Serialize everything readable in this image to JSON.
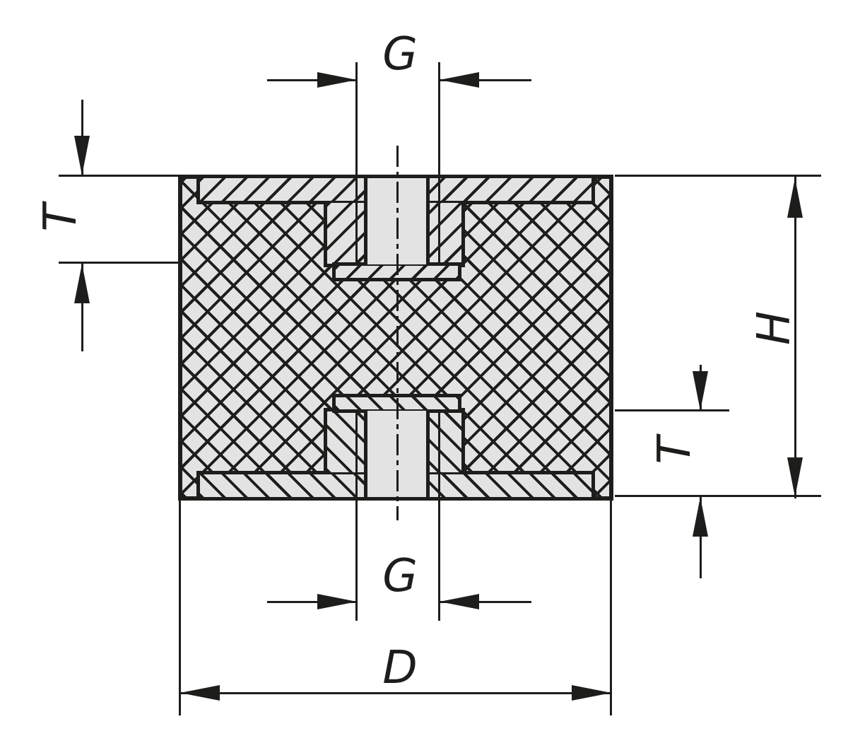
{
  "drawing": {
    "labels": {
      "g_top": "G",
      "t_left": "T",
      "h_right": "H",
      "t_right": "T",
      "g_bottom": "G",
      "d_bottom": "D"
    },
    "colors": {
      "line": "#1d1d1b",
      "fill": "#e3e3e3",
      "background": "#ffffff"
    }
  }
}
